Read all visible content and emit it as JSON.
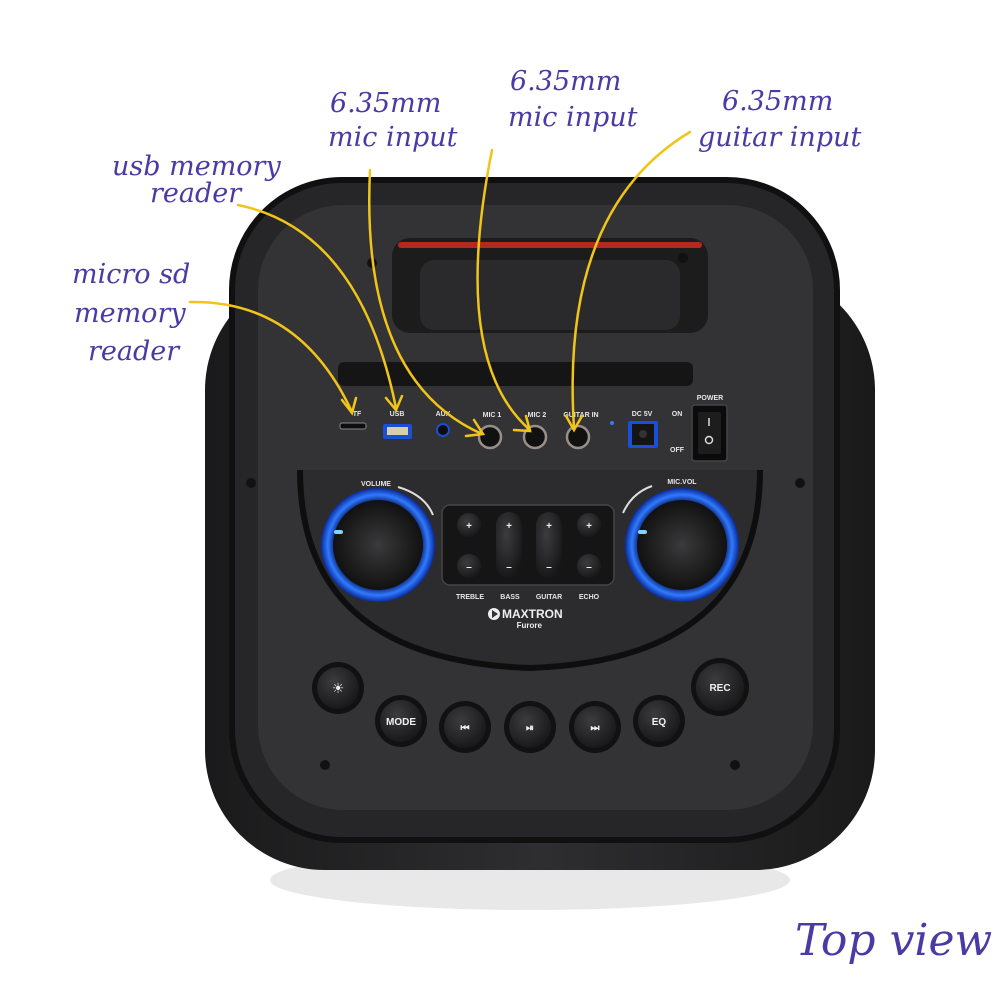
{
  "annotations": {
    "mic1": {
      "line1": "6.35mm",
      "line2": "mic input"
    },
    "mic2": {
      "line1": "6.35mm",
      "line2": "mic input"
    },
    "guitar": {
      "line1": "6.35mm",
      "line2": "guitar input"
    },
    "usb": {
      "line1": "usb memory",
      "line2": "reader"
    },
    "sd": {
      "line1": "micro sd",
      "line2": "memory",
      "line3": "reader"
    },
    "view": "Top view"
  },
  "ports": {
    "tf": "TF",
    "usb": "USB",
    "aux": "AUX",
    "mic1": "MIC 1",
    "mic2": "MIC 2",
    "guitar": "GUITAR IN",
    "dc": "DC 5V",
    "power": "POWER",
    "on": "ON",
    "off": "OFF"
  },
  "knobs": {
    "volume": "VOLUME",
    "mic_vol": "MIC.VOL"
  },
  "eq_buttons": {
    "plus": "+",
    "minus": "–",
    "treble": "TREBLE",
    "bass": "BASS",
    "guitar": "GUITAR",
    "echo": "ECHO"
  },
  "brand": {
    "name": "MAXTRON",
    "model": "Furore"
  },
  "buttons": {
    "mode": "MODE",
    "eq": "EQ",
    "rec": "REC"
  },
  "colors": {
    "annotation": "#4b3aa6",
    "arrow": "#f0c419",
    "led": "#2f7bff",
    "body": "#2b2b2d"
  }
}
